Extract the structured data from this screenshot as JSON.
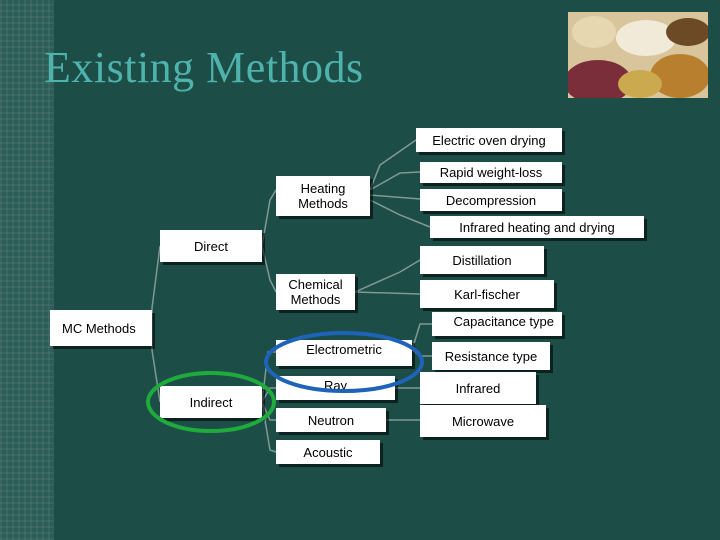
{
  "slide": {
    "title": "Existing Methods",
    "colors": {
      "background": "#1c4d46",
      "title": "#4fb3ad",
      "box": "#ffffff",
      "highlight_blue": "#1f63b8",
      "highlight_green": "#1faa3c"
    }
  },
  "diagram": {
    "root": "MC Methods",
    "direct": "Direct",
    "indirect": "Indirect",
    "heating": "Heating Methods",
    "chemical": "Chemical Methods",
    "heating_children": [
      "Electric oven drying",
      "Rapid weight-loss",
      "Decompression",
      "Infrared heating and drying"
    ],
    "chemical_children": [
      "Distillation",
      "Karl-fischer"
    ],
    "indirect_children": [
      "Electrometric",
      "Ray",
      "Neutron",
      "Acoustic"
    ],
    "electrometric_children": [
      "Capacitance type",
      "Resistance type"
    ],
    "ray_children": [
      "Infrared",
      "Microwave"
    ]
  }
}
